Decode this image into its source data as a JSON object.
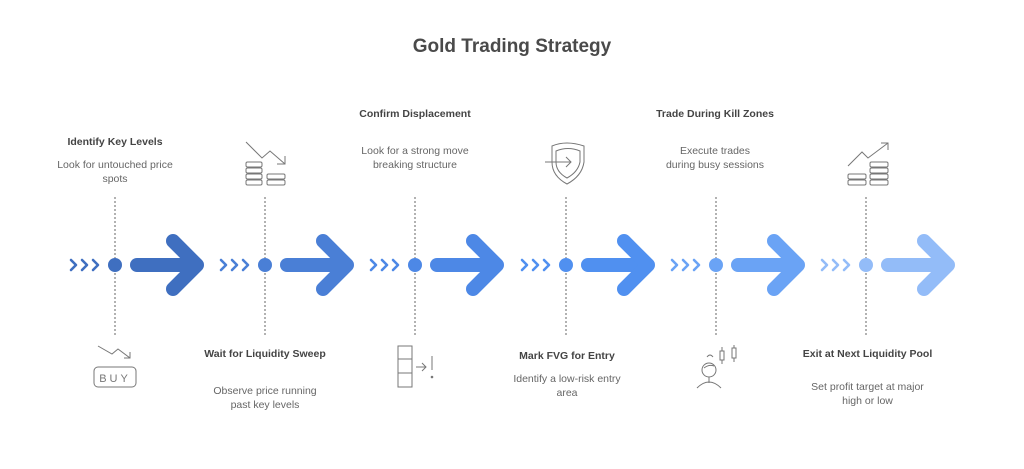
{
  "title": "Gold Trading Strategy",
  "colors": [
    "#3f6fc0",
    "#4a7fd6",
    "#4d88e6",
    "#5090f0",
    "#6aa3f5",
    "#93bcf8"
  ],
  "steps": [
    {
      "heading": "Identify Key Levels",
      "description": "Look for untouched price spots",
      "icon": "buy-chart-down-icon",
      "position": "top"
    },
    {
      "heading": "Wait for Liquidity Sweep",
      "description": "Observe price running past key levels",
      "icon": "coins-trend-down-icon",
      "position": "bottom"
    },
    {
      "heading": "Confirm Displacement",
      "description": "Look for a strong move breaking structure",
      "icon": "blocks-arrow-exclamation-icon",
      "position": "top"
    },
    {
      "heading": "Mark FVG for Entry",
      "description": "Identify a low-risk entry area",
      "icon": "shield-enter-icon",
      "position": "bottom"
    },
    {
      "heading": "Trade During Kill Zones",
      "description": "Execute trades during busy sessions",
      "icon": "trader-candles-icon",
      "position": "top"
    },
    {
      "heading": "Exit at Next Liquidity Pool",
      "description": "Set profit target at major high or low",
      "icon": "coins-trend-up-icon",
      "position": "bottom"
    }
  ],
  "icon_labels": {
    "buy": "BUY"
  }
}
